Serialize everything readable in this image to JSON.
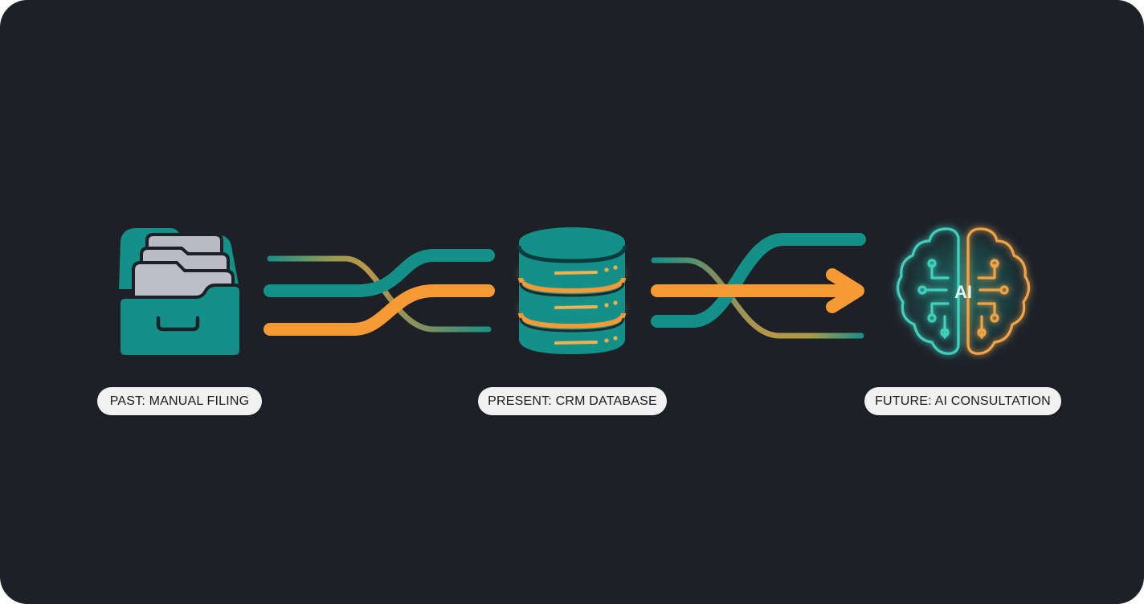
{
  "stages": [
    {
      "id": "past",
      "label": "PAST: MANUAL FILING",
      "icon": "file-drawer-icon"
    },
    {
      "id": "present",
      "label": "PRESENT: CRM DATABASE",
      "icon": "database-icon"
    },
    {
      "id": "future",
      "label": "FUTURE: AI CONSULTATION",
      "icon": "ai-brain-icon",
      "icon_text": "AI"
    }
  ],
  "connectors": [
    {
      "from": "past",
      "to": "present",
      "style": "crossing-streams"
    },
    {
      "from": "present",
      "to": "future",
      "style": "crossing-streams-with-arrow"
    }
  ],
  "colors": {
    "background": "#1e2028",
    "teal": "#139088",
    "orange": "#f79a36",
    "light_teal": "#3fd0bc",
    "folder_gray": "#b9bcc6",
    "pill_bg": "#f1f1f1",
    "pill_text": "#1b1c20"
  }
}
